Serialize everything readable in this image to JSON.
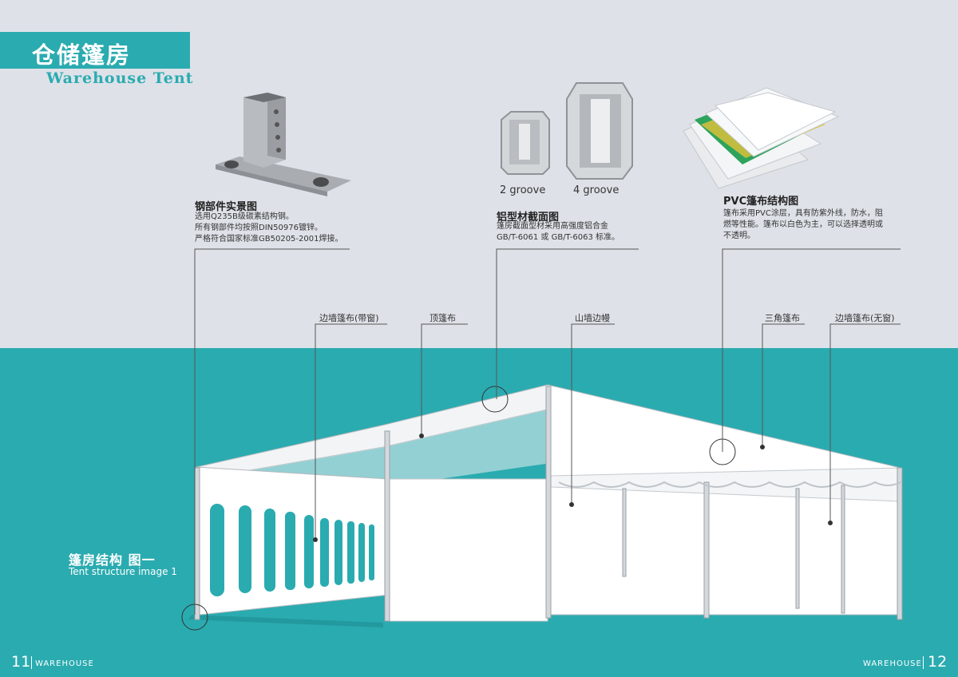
{
  "header": {
    "title_cn": "仓储篷房",
    "title_en": "Warehouse Tent"
  },
  "steel": {
    "title": "钢部件实景图",
    "lines": [
      "选用Q235B级碳素结构钢。",
      "所有钢部件均按照DIN50976镀锌。",
      "严格符合国家标准GB50205-2001焊接。"
    ]
  },
  "aluminum": {
    "groove2": "2 groove",
    "groove4": "4 groove",
    "title": "铝型材截面图",
    "lines": [
      "篷房截面型材采用高强度铝合金",
      "GB/T-6061 或 GB/T-6063 标准。"
    ]
  },
  "pvc": {
    "title": "PVC篷布结构图",
    "lines": [
      "篷布采用PVC涂层，具有防紫外线，防水，阻",
      "燃等性能。篷布以白色为主，可以选择透明或",
      "不透明。"
    ]
  },
  "callouts": {
    "side_wall_window": "边墙篷布(带窗)",
    "roof": "顶篷布",
    "gable_curtain": "山墙边幔",
    "triangle": "三角篷布",
    "side_wall_no_window": "边墙篷布(无窗)"
  },
  "structure": {
    "title_cn": "篷房结构 图一",
    "title_en": "Tent structure image 1"
  },
  "footer": {
    "left_page": "11",
    "left_label": "WAREHOUSE",
    "right_label": "WAREHOUSE",
    "right_page": "12"
  },
  "colors": {
    "teal": "#2aabb0",
    "light_bg": "#dee2e8"
  }
}
